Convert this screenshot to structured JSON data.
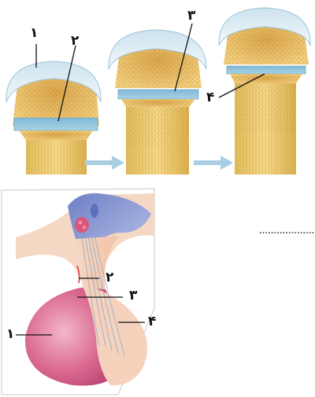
{
  "top_figure": {
    "labels": [
      "۱",
      "۲",
      "۳",
      "۴"
    ]
  },
  "bottom_figure": {
    "labels": [
      "۱",
      "۲",
      "۳",
      "۴"
    ]
  },
  "answer_blank": "............"
}
